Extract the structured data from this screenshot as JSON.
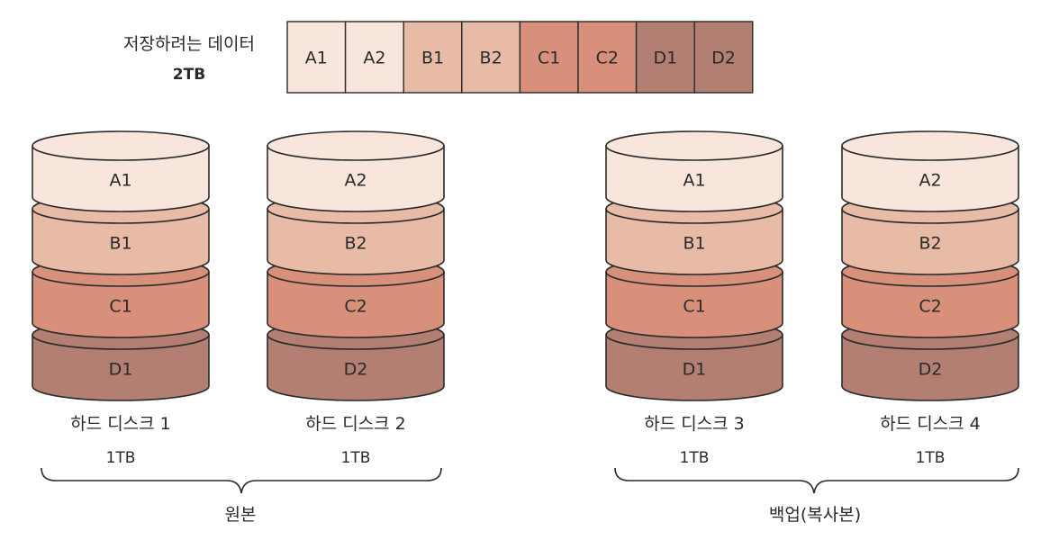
{
  "data_to_store": {
    "label_line1": "저장하려는 데이터",
    "label_line2": "2TB",
    "blocks": [
      {
        "label": "A1",
        "color": "#f8e6dc"
      },
      {
        "label": "A2",
        "color": "#f8e6dc"
      },
      {
        "label": "B1",
        "color": "#e8bba6"
      },
      {
        "label": "B2",
        "color": "#e8bba6"
      },
      {
        "label": "C1",
        "color": "#d8907b"
      },
      {
        "label": "C2",
        "color": "#d8907b"
      },
      {
        "label": "D1",
        "color": "#b27f72"
      },
      {
        "label": "D2",
        "color": "#b27f72"
      }
    ]
  },
  "colors": {
    "A": "#f8e6dc",
    "B": "#e8bba6",
    "C": "#d8907b",
    "D": "#b27f72",
    "outline": "#2a2a2a"
  },
  "disks": [
    {
      "name": "하드 디스크 1",
      "capacity": "1TB",
      "layers": [
        "A1",
        "B1",
        "C1",
        "D1"
      ]
    },
    {
      "name": "하드 디스크 2",
      "capacity": "1TB",
      "layers": [
        "A2",
        "B2",
        "C2",
        "D2"
      ]
    },
    {
      "name": "하드 디스크 3",
      "capacity": "1TB",
      "layers": [
        "A1",
        "B1",
        "C1",
        "D1"
      ]
    },
    {
      "name": "하드 디스크 4",
      "capacity": "1TB",
      "layers": [
        "A2",
        "B2",
        "C2",
        "D2"
      ]
    }
  ],
  "groups": [
    {
      "label": "원본"
    },
    {
      "label": "백업(복사본)"
    }
  ]
}
